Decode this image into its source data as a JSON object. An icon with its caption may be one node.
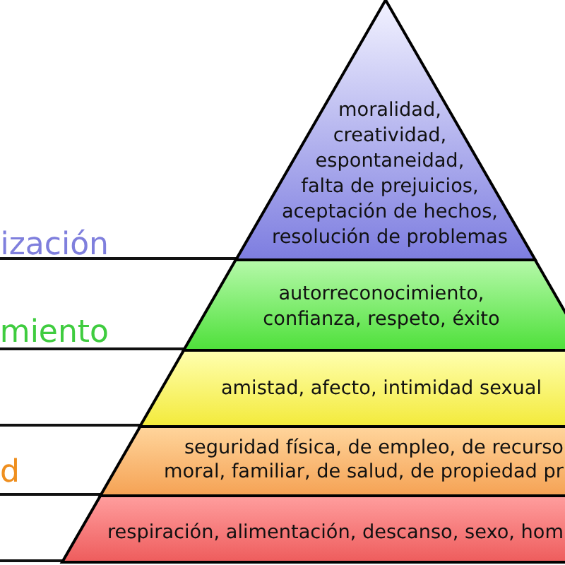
{
  "diagram": {
    "nodes": [
      {
        "text": [
          "moralidad, creatividad, espontaneidad, falta de prejuicios, aceptación de hechos, resolución de problemas"
        ]
      },
      {
        "text": [
          "autorreconocimiento, confianza, respeto, éxito"
        ]
      },
      {
        "text": [
          "amistad, afecto, intimidad sexual"
        ]
      },
      {
        "text": [
          "seguridad física, de empleo, de recurso moral, familiar, de salud, de propiedad pr"
        ]
      },
      {
        "text": [
          "respiración, alimentación, descanso, sexo, hom"
        ]
      }
    ],
    "labels": [
      "ización",
      "miento",
      "d"
    ]
  }
}
